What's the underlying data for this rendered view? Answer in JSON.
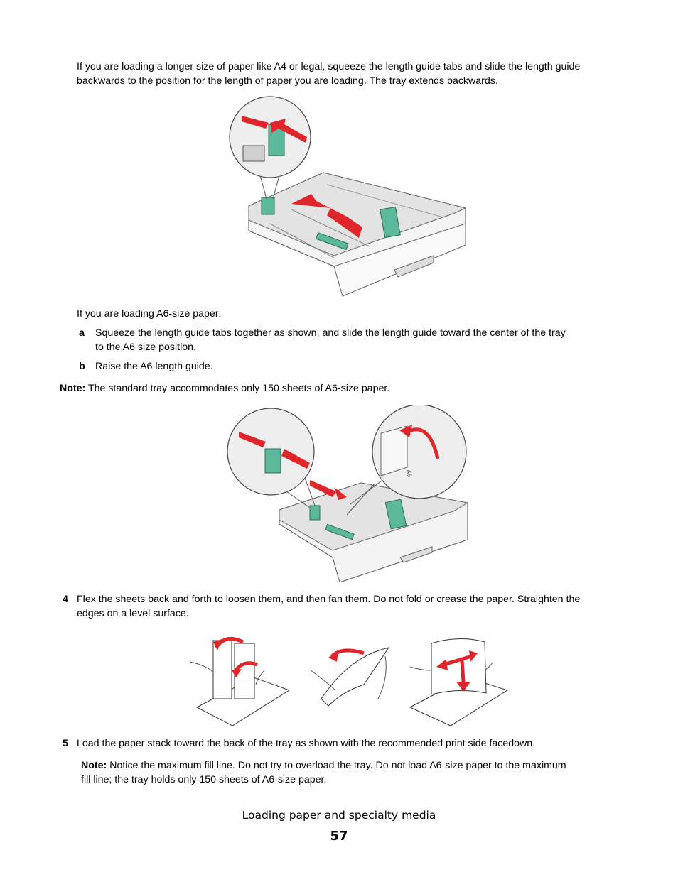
{
  "intro": {
    "para_line1": "If you are loading a longer size of paper like A4 or legal, squeeze the length guide tabs and slide the length guide",
    "para_line2": "backwards to the position for the length of paper you are loading. The tray extends backwards."
  },
  "a6": {
    "lead": "If you are loading A6-size paper:",
    "steps": [
      {
        "marker": "a",
        "line1": "Squeeze the length guide tabs together as shown, and slide the length guide toward the center of the tray",
        "line2": "to the A6 size position."
      },
      {
        "marker": "b",
        "line1": "Raise the A6 length guide."
      }
    ],
    "note_label": "Note:",
    "note_text": "The standard tray accommodates only 150 sheets of A6-size paper."
  },
  "figure2": {
    "a6_mark": "A6"
  },
  "step4": {
    "number": "4",
    "line1": "Flex the sheets back and forth to loosen them, and then fan them. Do not fold or crease the paper. Straighten the",
    "line2": "edges on a level surface."
  },
  "step5": {
    "number": "5",
    "line1": "Load the paper stack toward the back of the tray as shown with the recommended print side facedown.",
    "note_label": "Note:",
    "note_line1": "Notice the maximum fill line. Do not try to overload the tray. Do not load A6-size paper to the maximum",
    "note_line2": "fill line; the tray holds only 150 sheets of A6-size paper."
  },
  "footer": {
    "section_title": "Loading paper and specialty media",
    "page_number": "57"
  },
  "colors": {
    "arrow_red": "#e0262a",
    "guide_green": "#5cb89a",
    "tray_gray": "#efefef"
  }
}
